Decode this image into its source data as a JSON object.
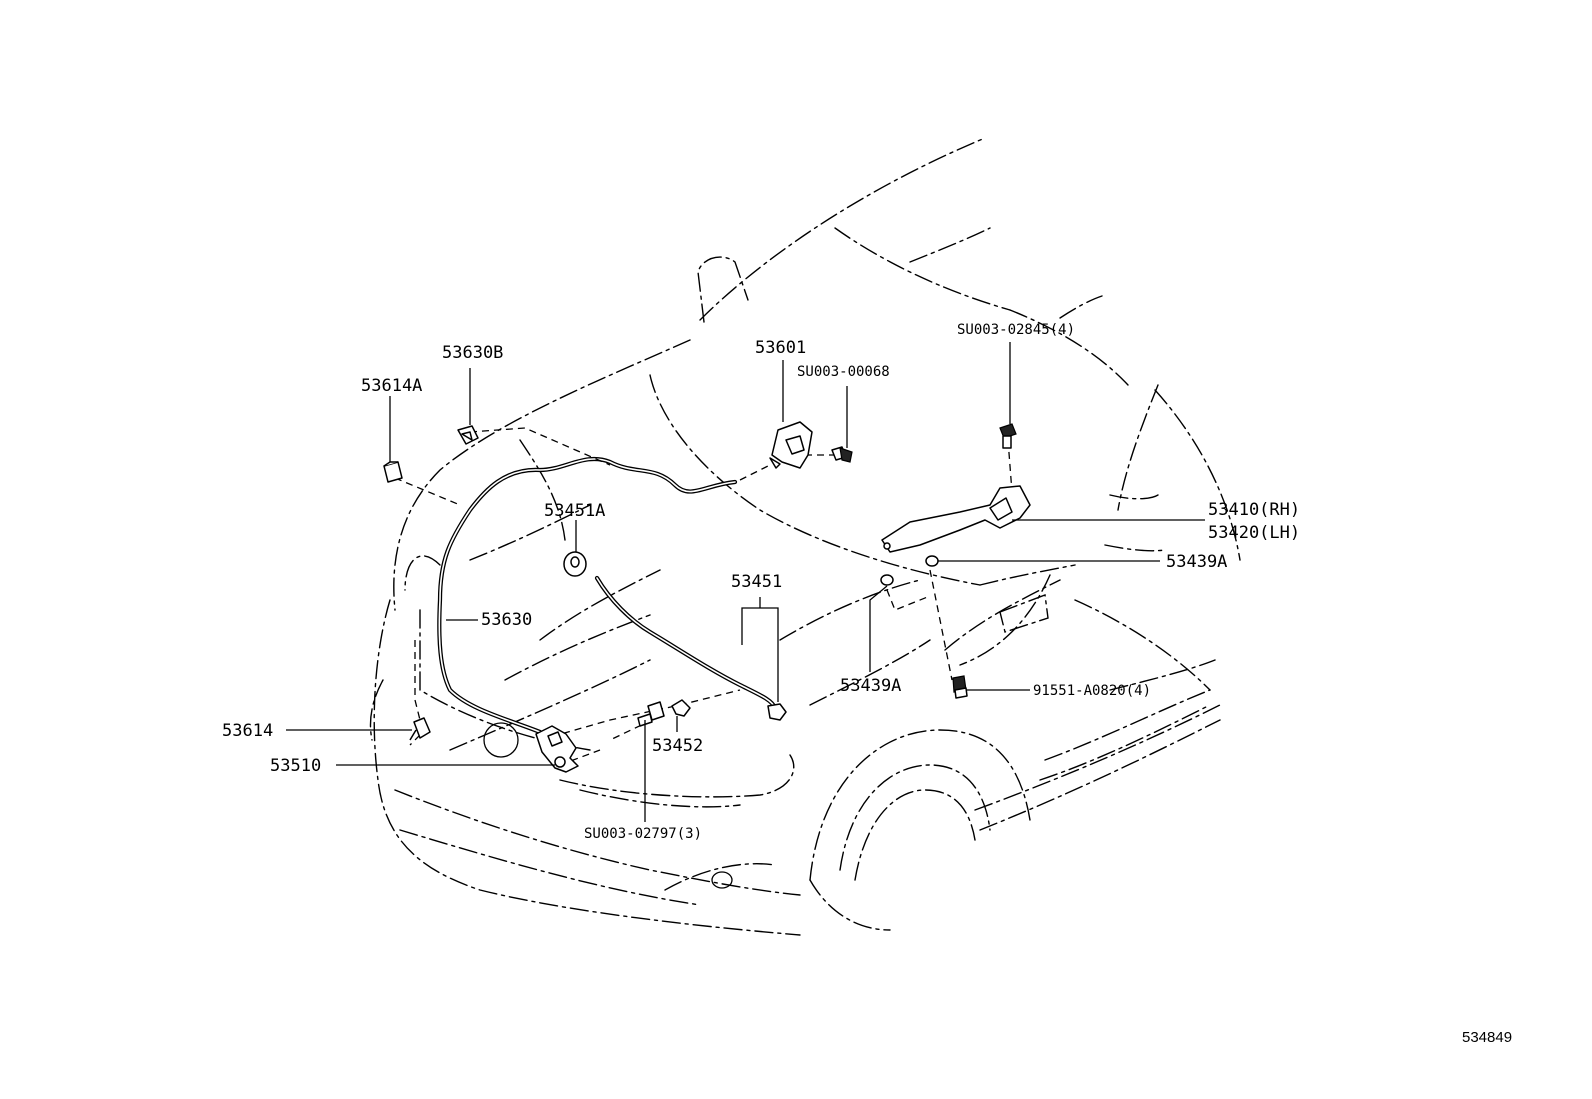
{
  "diagram": {
    "reference_number": "534849",
    "callouts": {
      "p53630B": "53630B",
      "p53614A": "53614A",
      "p53601": "53601",
      "su003_00068": "SU003-00068",
      "su003_02845": "SU003-02845(4)",
      "p53451A": "53451A",
      "p53410": "53410(RH)",
      "p53420": "53420(LH)",
      "p53439A_right": "53439A",
      "p53451": "53451",
      "p53630": "53630",
      "p53439A_lower": "53439A",
      "p91551": "91551-A0820(4)",
      "p53614": "53614",
      "p53452": "53452",
      "p53510": "53510",
      "su003_02797": "SU003-02797(3)"
    }
  }
}
